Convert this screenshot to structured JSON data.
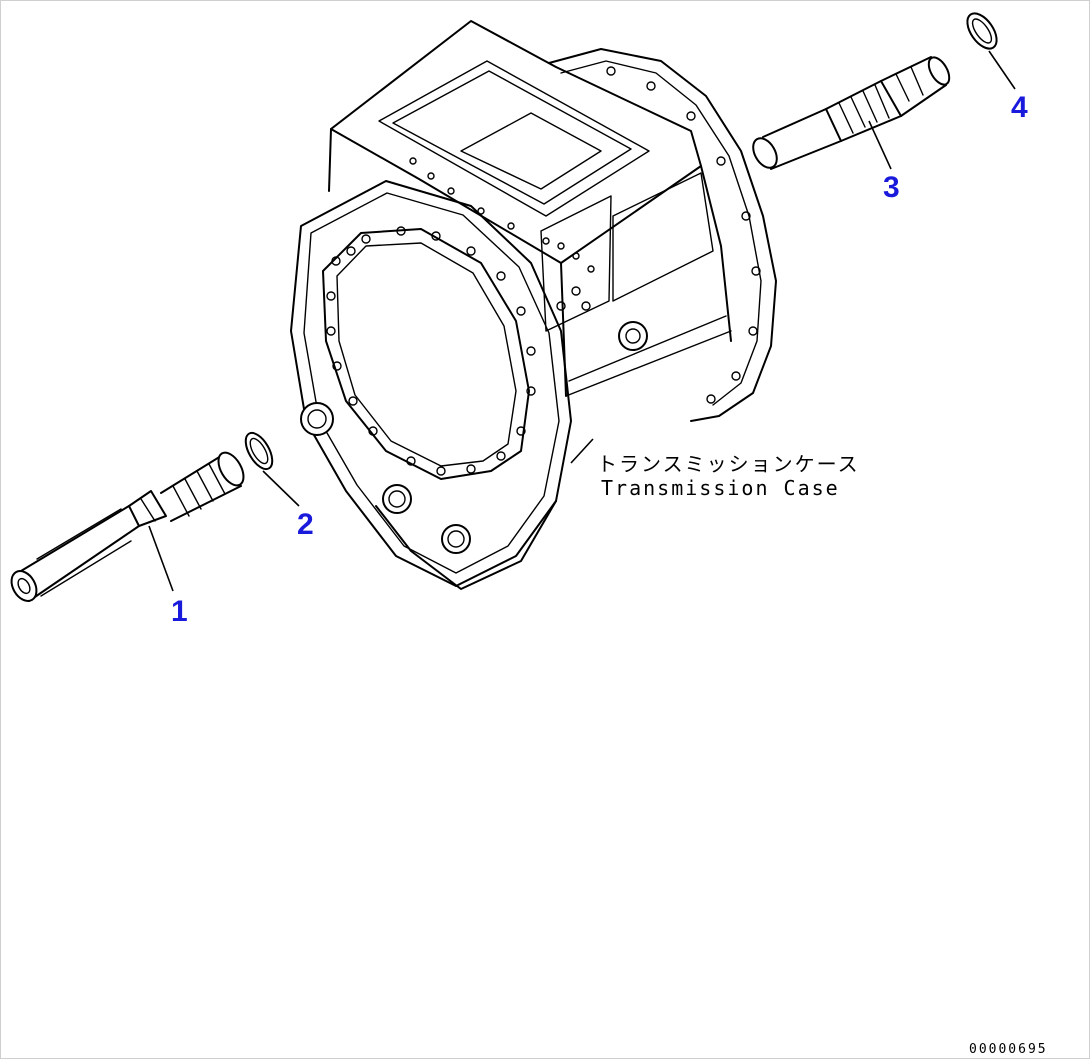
{
  "callouts": [
    {
      "number": "1",
      "part": "shaft"
    },
    {
      "number": "2",
      "part": "snap-ring"
    },
    {
      "number": "3",
      "part": "shaft"
    },
    {
      "number": "4",
      "part": "snap-ring"
    }
  ],
  "case_label": {
    "japanese": "トランスミッションケース",
    "english": "Transmission Case"
  },
  "doc_code": "00000695",
  "colors": {
    "callout": "#1a1adc",
    "line": "#000000",
    "background": "#ffffff"
  }
}
